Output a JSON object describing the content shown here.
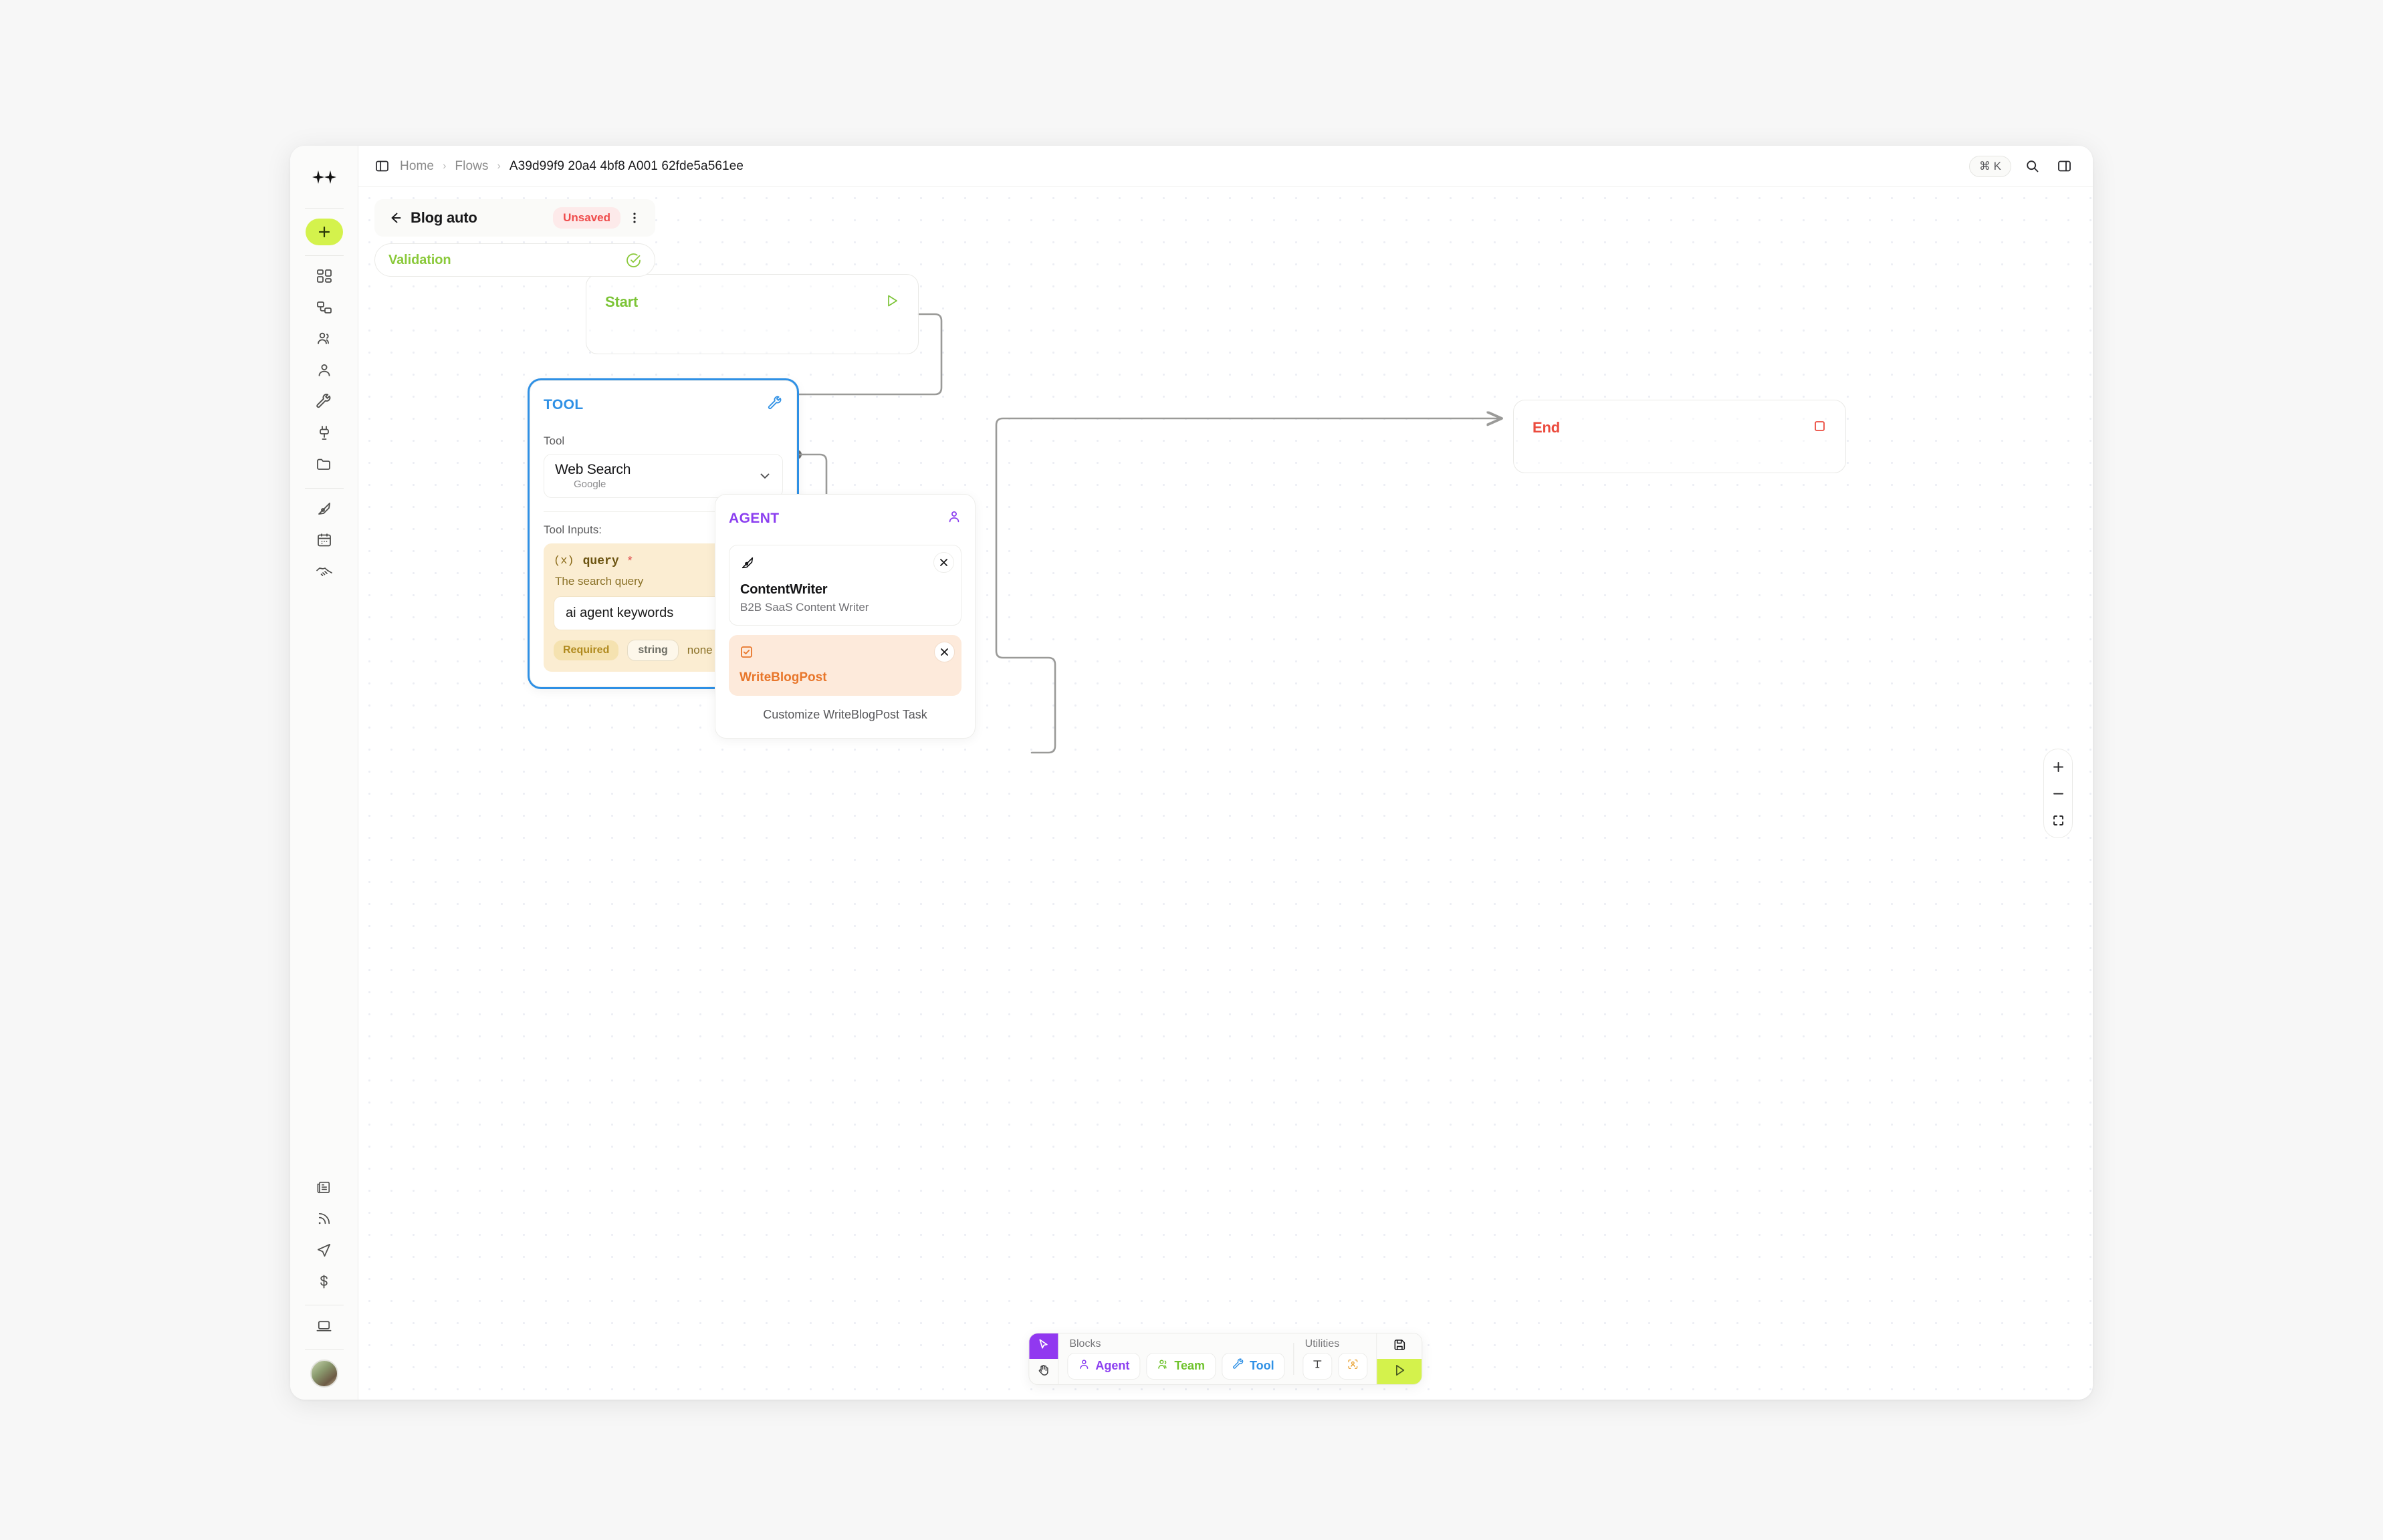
{
  "topbar": {
    "panel_toggle_icon": "sidebar-panel-icon",
    "breadcrumb": [
      {
        "label": "Home",
        "current": false
      },
      {
        "label": "Flows",
        "current": false
      },
      {
        "label": "A39d99f9 20a4 4bf8 A001 62fde5a561ee",
        "current": true
      }
    ],
    "separator": "›",
    "cmdk_label": "⌘ K",
    "search_icon": "search-icon",
    "right_panel_icon": "right-panel-icon"
  },
  "left_rail": {
    "logo_icon": "sparkles-logo-icon",
    "add_label": "+",
    "items": [
      {
        "icon": "dashboard-grid-icon",
        "name": "dashboard"
      },
      {
        "icon": "flows-nodes-icon",
        "name": "flows"
      },
      {
        "icon": "teams-people-icon",
        "name": "teams"
      },
      {
        "icon": "agent-person-icon",
        "name": "agents"
      },
      {
        "icon": "tools-wrench-icon",
        "name": "tools"
      },
      {
        "icon": "integrations-plug-icon",
        "name": "integrations"
      },
      {
        "icon": "folder-icon",
        "name": "files"
      }
    ],
    "items_secondary": [
      {
        "icon": "pen-nib-icon",
        "name": "content"
      },
      {
        "icon": "calendar-icon",
        "name": "calendar"
      },
      {
        "icon": "handshake-icon",
        "name": "deals"
      }
    ],
    "items_bottom": [
      {
        "icon": "newspaper-icon",
        "name": "news"
      },
      {
        "icon": "rss-feed-icon",
        "name": "feed"
      },
      {
        "icon": "paper-plane-icon",
        "name": "send"
      },
      {
        "icon": "dollar-sign-icon",
        "name": "billing"
      }
    ],
    "items_footer": [
      {
        "icon": "laptop-icon",
        "name": "desktop"
      }
    ],
    "avatar": "user-avatar"
  },
  "flow_header": {
    "back_icon": "back-arrow-icon",
    "title": "Blog auto",
    "status_badge": "Unsaved",
    "menu_icon": "kebab-menu-icon",
    "validation_label": "Validation",
    "validation_icon": "check-circle-icon"
  },
  "nodes": {
    "start": {
      "label": "Start",
      "icon": "play-triangle-icon",
      "color": "#7cc437"
    },
    "end": {
      "label": "End",
      "icon": "stop-square-icon",
      "color": "#eb4b3e"
    },
    "tool": {
      "kind": "TOOL",
      "kind_color": "#2e90e5",
      "header_icon": "wrench-icon",
      "tool_field_label": "Tool",
      "selected_tool": "Web Search",
      "selected_tool_provider": "Google",
      "chevron_icon": "chevron-down-icon",
      "inputs_label": "Tool Inputs:",
      "inputs": [
        {
          "fx_icon": "(x)",
          "name": "query",
          "required_star": "*",
          "description": "The search query",
          "value": "ai agent keywords",
          "tag_required": "Required",
          "tag_type": "string",
          "tag_default": "none"
        }
      ]
    },
    "agent": {
      "kind": "AGENT",
      "kind_color": "#8b3ef0",
      "header_icon": "person-icon",
      "close_icon": "close-x-icon",
      "persona": {
        "icon": "pen-nib-icon",
        "title": "ContentWriter",
        "subtitle": "B2B SaaS Content Writer"
      },
      "task": {
        "icon": "checkbox-checked-icon",
        "title": "WriteBlogPost"
      },
      "customize_label": "Customize WriteBlogPost Task"
    }
  },
  "zoom_controls": {
    "zoom_in_icon": "plus-icon",
    "zoom_out_icon": "minus-icon",
    "fit_view_icon": "fit-view-icon"
  },
  "bottom_toolbar": {
    "mode_select_icon": "cursor-arrow-icon",
    "mode_pan_icon": "hand-icon",
    "blocks_label": "Blocks",
    "blocks": [
      {
        "label": "Agent",
        "icon": "agent-person-icon",
        "color": "#8b3ef0"
      },
      {
        "label": "Team",
        "icon": "team-people-icon",
        "color": "#70c32e"
      },
      {
        "label": "Tool",
        "icon": "wrench-icon",
        "color": "#2e90e5"
      }
    ],
    "utilities_label": "Utilities",
    "utilities": [
      {
        "icon": "text-tool-icon",
        "name": "text"
      },
      {
        "icon": "group-frame-icon",
        "name": "group"
      }
    ],
    "save_icon": "save-floppy-icon",
    "run_icon": "run-play-icon"
  }
}
